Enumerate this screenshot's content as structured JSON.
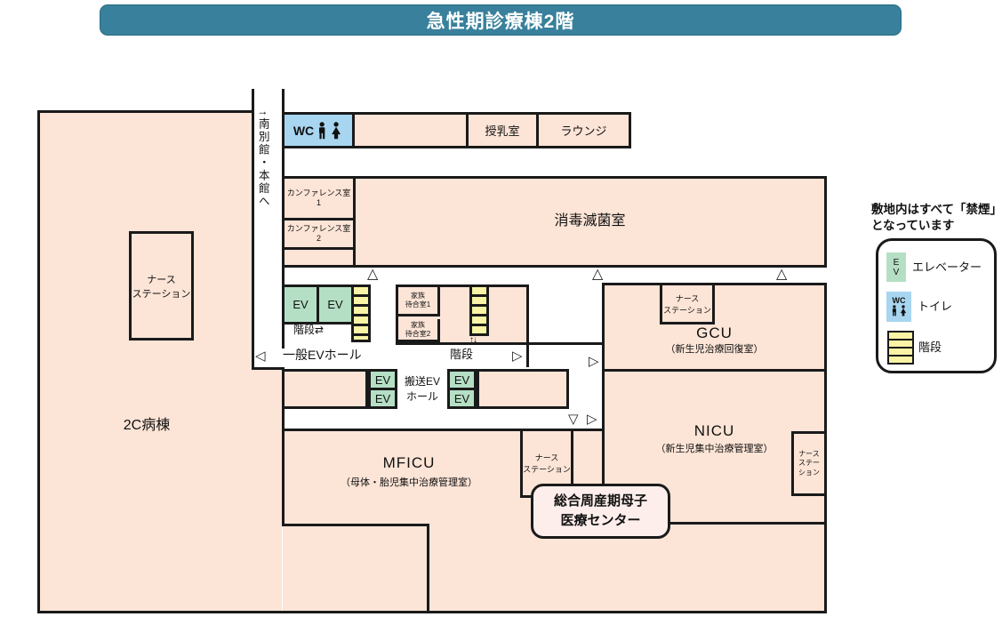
{
  "title": "急性期診療棟2階",
  "rooms": {
    "ward2c": "2C病棟",
    "nursing": "授乳室",
    "lounge": "ラウンジ",
    "sterilization": "消毒滅菌室",
    "conference1": {
      "l1": "カンファレンス室",
      "l2": "1"
    },
    "conference2": {
      "l1": "カンファレンス室",
      "l2": "2"
    },
    "family_wait1": {
      "l1": "家族",
      "l2": "待合室1"
    },
    "family_wait2": {
      "l1": "家族",
      "l2": "待合室2"
    },
    "gcu": {
      "name": "GCU",
      "desc": "（新生児治療回復室）"
    },
    "nicu": {
      "name": "NICU",
      "desc": "（新生児集中治療管理室）"
    },
    "mficu": {
      "name": "MFICU",
      "desc": "（母体・胎児集中治療管理室）"
    }
  },
  "labels": {
    "exit_south": "↑南別館・本館へ",
    "wc": "WC",
    "ev": "EV",
    "stairs": "階段",
    "general_ev_hall": "一般EVホール",
    "transport_ev": {
      "l1": "搬送EV",
      "l2": "ホール"
    },
    "nurse": {
      "l1": "ナース",
      "l2": "ステーション"
    },
    "nurse3": {
      "l1": "ナース",
      "l2": "ステー",
      "l3": "ション"
    }
  },
  "markers": {
    "door_up": "△",
    "door_down": "▽",
    "door_left": "◁",
    "door_right": "▷",
    "arrows_lr": "⇄",
    "arrows_ud": "↑↓"
  },
  "callout": {
    "l1": "総合周産期母子",
    "l2": "医療センター"
  },
  "legend": {
    "note1": "敷地内はすべて「禁煙」",
    "note2": "となっています",
    "ev_l1": "E",
    "ev_l2": "V",
    "wc": "WC",
    "elevator": "エレベーター",
    "toilet": "トイレ",
    "stairs": "階段"
  },
  "colors": {
    "accent_teal": "#38809b",
    "room_peach": "#fce4d6",
    "ev_green": "#b5dfc5",
    "wc_blue": "#a8d6f0",
    "stairs_yellow": "#f9f3a5",
    "wall_black": "#1a1a1a"
  }
}
